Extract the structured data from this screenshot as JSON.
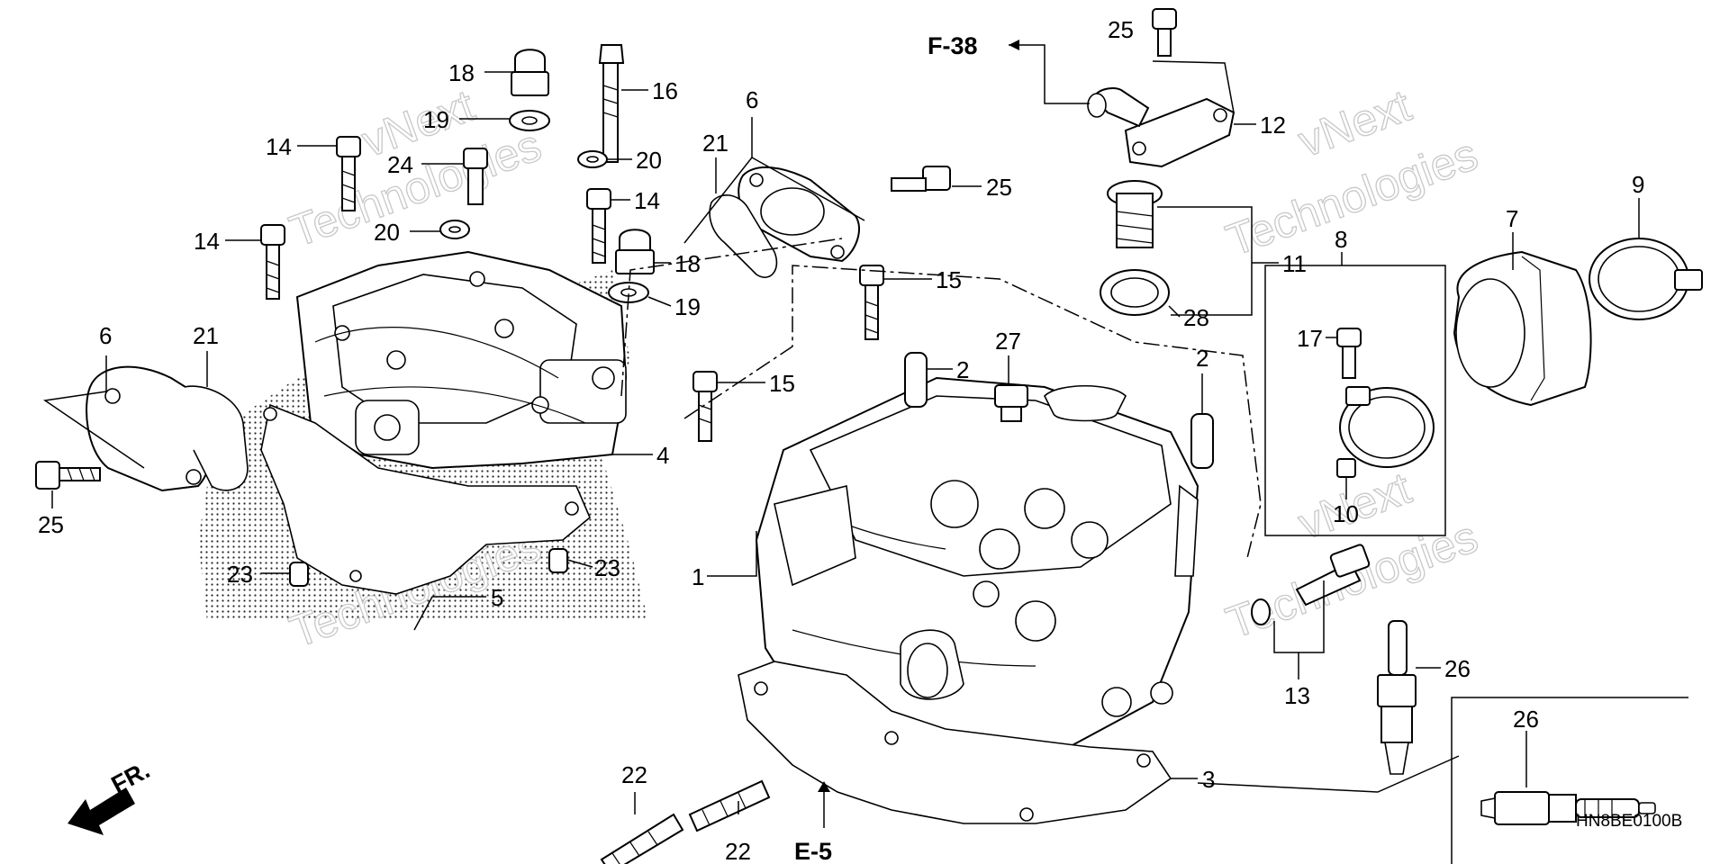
{
  "callouts": {
    "c1": "1",
    "c2a": "2",
    "c2b": "2",
    "c3": "3",
    "c4": "4",
    "c5": "5",
    "c6a": "6",
    "c6b": "6",
    "c7": "7",
    "c8": "8",
    "c9": "9",
    "c10": "10",
    "c11": "11",
    "c12": "12",
    "c13": "13",
    "c14a": "14",
    "c14b": "14",
    "c14c": "14",
    "c15a": "15",
    "c15b": "15",
    "c16": "16",
    "c17": "17",
    "c18a": "18",
    "c18b": "18",
    "c19a": "19",
    "c19b": "19",
    "c20a": "20",
    "c20b": "20",
    "c21a": "21",
    "c21b": "21",
    "c22a": "22",
    "c22b": "22",
    "c23a": "23",
    "c23b": "23",
    "c24": "24",
    "c25a": "25",
    "c25b": "25",
    "c25c": "25",
    "c26a": "26",
    "c26b": "26",
    "c27": "27",
    "c28": "28"
  },
  "references": {
    "f38": "F-38",
    "e5": "E-5",
    "front": "FR."
  },
  "diagram_code": "HN8BE0100B",
  "watermark": {
    "line1": "vNext",
    "line2": "Technologies"
  }
}
